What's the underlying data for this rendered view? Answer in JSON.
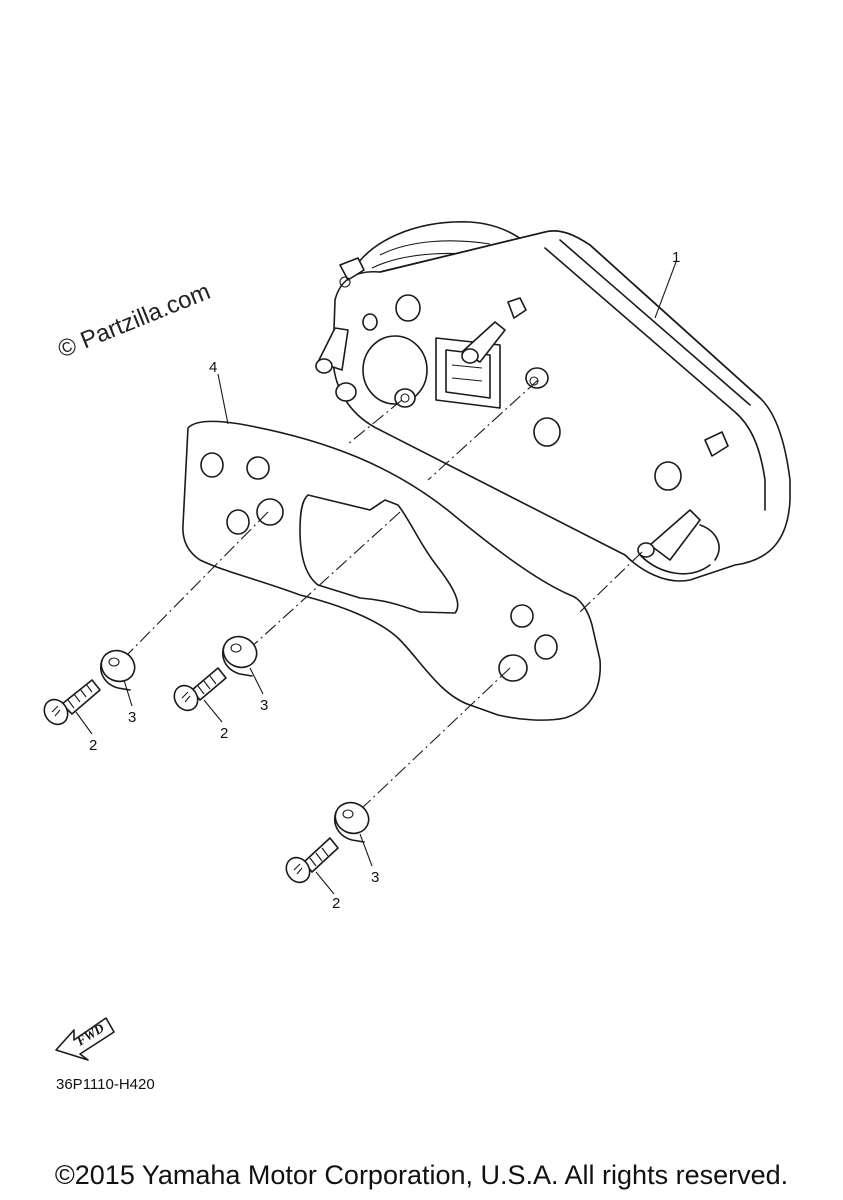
{
  "watermark": "© Partzilla.com",
  "callouts": {
    "meter_assembly": "1",
    "screw_a": "2",
    "screw_b": "2",
    "screw_c": "2",
    "washer_a": "3",
    "washer_b": "3",
    "washer_c": "3",
    "bracket": "4"
  },
  "fwd_label": "FWD",
  "diagram_code": "36P1110-H420",
  "copyright": "©2015 Yamaha Motor Corporation, U.S.A. All rights reserved."
}
